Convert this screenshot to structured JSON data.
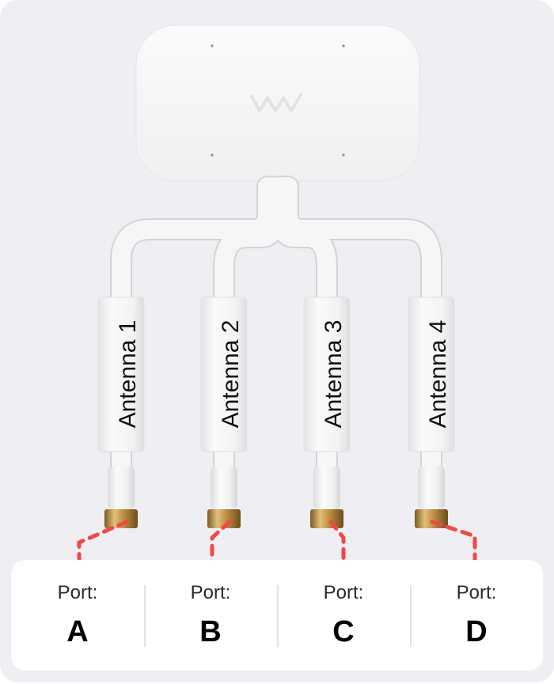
{
  "antennas": [
    {
      "label": "Antenna 1"
    },
    {
      "label": "Antenna 2"
    },
    {
      "label": "Antenna 3"
    },
    {
      "label": "Antenna 4"
    }
  ],
  "ports": [
    {
      "label": "Port:",
      "letter": "A"
    },
    {
      "label": "Port:",
      "letter": "B"
    },
    {
      "label": "Port:",
      "letter": "C"
    },
    {
      "label": "Port:",
      "letter": "D"
    }
  ],
  "colors": {
    "background": "#efeff3",
    "device": "#f7f7f7",
    "cable": "#f4f4f4",
    "connector": "#c49a4a",
    "dashed_link": "#f04848",
    "panel": "#ffffff"
  },
  "icons": {
    "device_logo": "wave-logo-icon"
  }
}
